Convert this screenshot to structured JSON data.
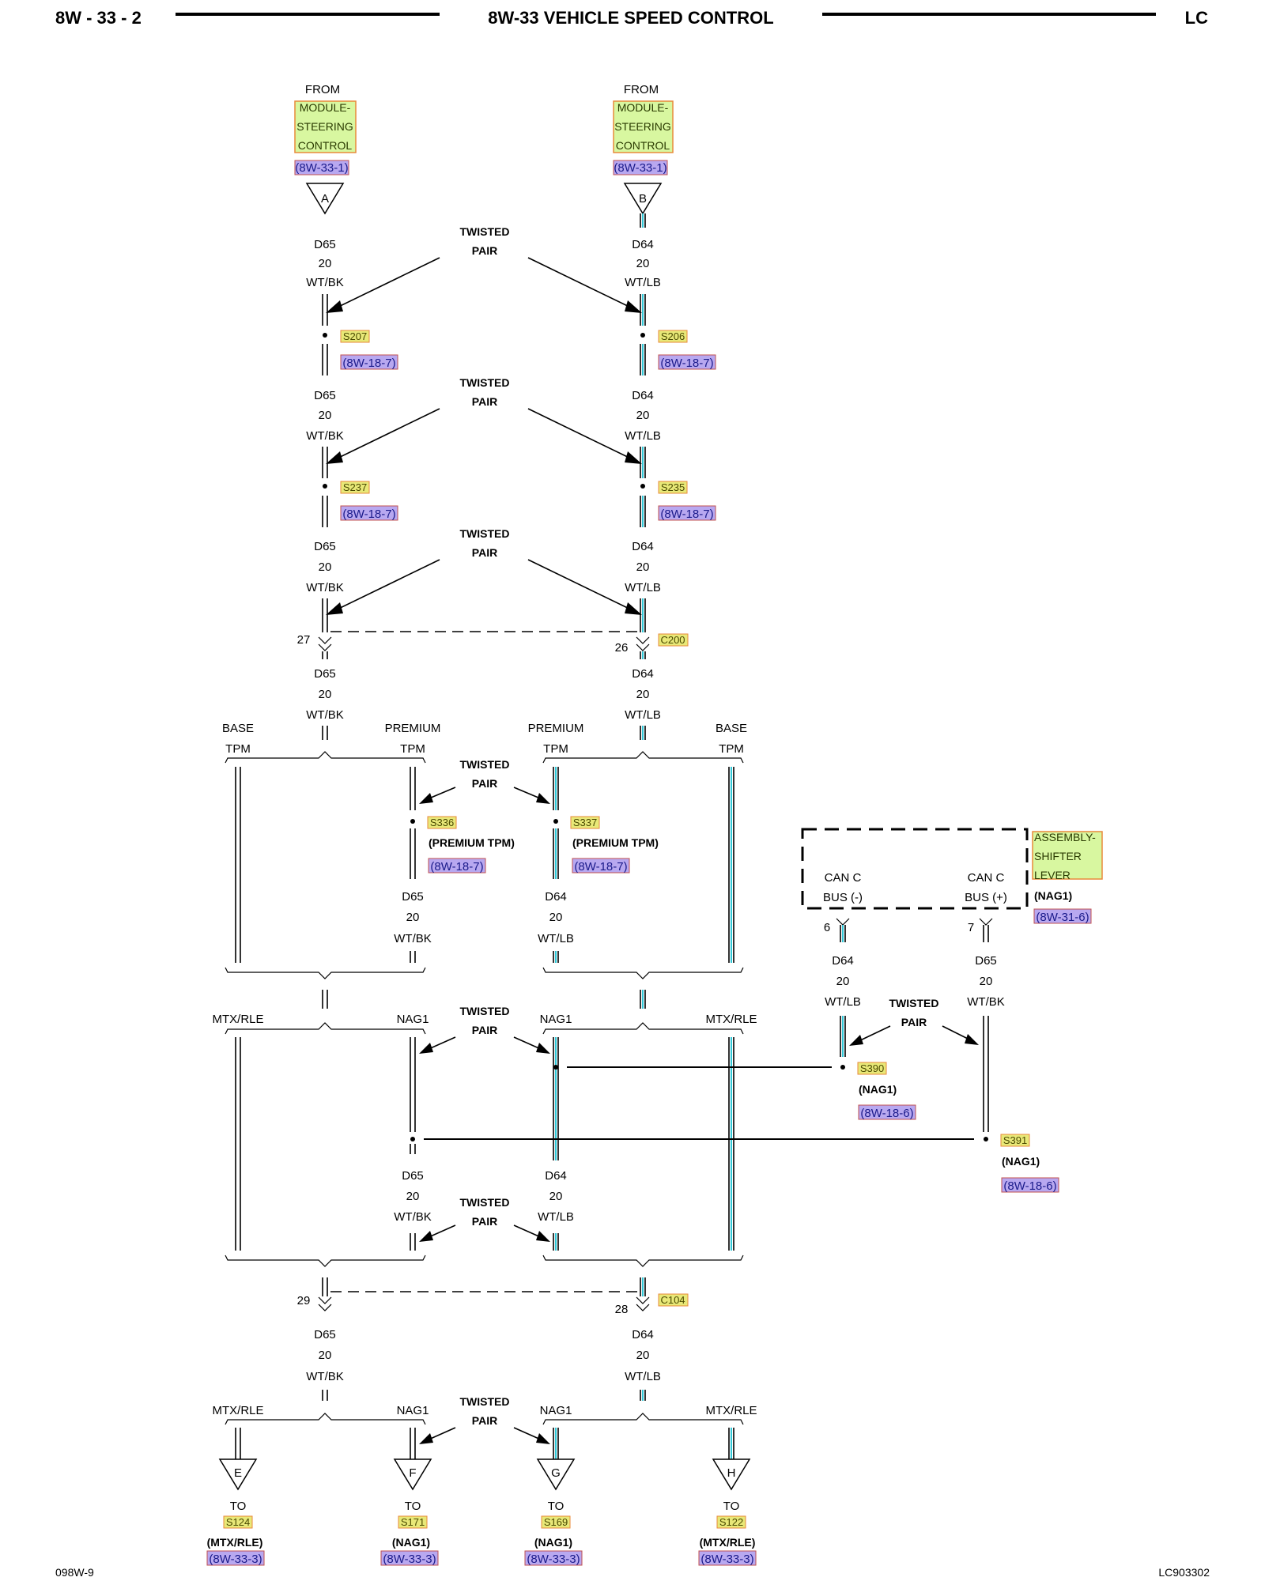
{
  "header": {
    "page_number": "8W - 33 - 2",
    "title": "8W-33 VEHICLE SPEED CONTROL",
    "model": "LC"
  },
  "footer": {
    "left_code": "098W-9",
    "right_code": "LC903302"
  },
  "colors": {
    "module_box_fill": "#d8f7a0",
    "module_box_border": "#e88a3a",
    "splice_fill": "#e8e878",
    "ref_fill": "#b8a8f0",
    "wire_tracer": "#30c8d8"
  },
  "wire_left": {
    "circuit": "D65",
    "gauge": "20",
    "color": "WT/BK"
  },
  "wire_right": {
    "circuit": "D64",
    "gauge": "20",
    "color": "WT/LB"
  },
  "twisted_pair": {
    "line1": "TWISTED",
    "line2": "PAIR"
  },
  "top_sources": [
    {
      "from": "FROM",
      "module": [
        "MODULE-",
        "STEERING",
        "CONTROL"
      ],
      "ref": "(8W-33-1)",
      "connector": "A"
    },
    {
      "from": "FROM",
      "module": [
        "MODULE-",
        "STEERING",
        "CONTROL"
      ],
      "ref": "(8W-33-1)",
      "connector": "B"
    }
  ],
  "splices": {
    "s207": {
      "id": "S207",
      "ref": "(8W-18-7)"
    },
    "s206": {
      "id": "S206",
      "ref": "(8W-18-7)"
    },
    "s237": {
      "id": "S237",
      "ref": "(8W-18-7)"
    },
    "s235": {
      "id": "S235",
      "ref": "(8W-18-7)"
    },
    "s336": {
      "id": "S336",
      "note": "(PREMIUM TPM)",
      "ref": "(8W-18-7)"
    },
    "s337": {
      "id": "S337",
      "note": "(PREMIUM TPM)",
      "ref": "(8W-18-7)"
    },
    "s390": {
      "id": "S390",
      "note": "(NAG1)",
      "ref": "(8W-18-6)"
    },
    "s391": {
      "id": "S391",
      "note": "(NAG1)",
      "ref": "(8W-18-6)"
    }
  },
  "connectors": {
    "c200": {
      "id": "C200",
      "left_pin": "27",
      "right_pin": "26"
    },
    "c104": {
      "id": "C104",
      "left_pin": "29",
      "right_pin": "28"
    }
  },
  "options": {
    "base": "BASE",
    "premium": "PREMIUM",
    "tpm": "TPM",
    "mtx_rle": "MTX/RLE",
    "nag1": "NAG1"
  },
  "shifter": {
    "module": [
      "ASSEMBLY-",
      "SHIFTER",
      "LEVER"
    ],
    "note": "(NAG1)",
    "ref": "(8W-31-6)",
    "pin_left_name": [
      "CAN C",
      "BUS (-)"
    ],
    "pin_right_name": [
      "CAN C",
      "BUS (+)"
    ],
    "pin_left": "6",
    "pin_right": "7"
  },
  "bottom_outputs": [
    {
      "connector": "E",
      "to": "TO",
      "splice": "S124",
      "note": "(MTX/RLE)",
      "ref": "(8W-33-3)"
    },
    {
      "connector": "F",
      "to": "TO",
      "splice": "S171",
      "note": "(NAG1)",
      "ref": "(8W-33-3)"
    },
    {
      "connector": "G",
      "to": "TO",
      "splice": "S169",
      "note": "(NAG1)",
      "ref": "(8W-33-3)"
    },
    {
      "connector": "H",
      "to": "TO",
      "splice": "S122",
      "note": "(MTX/RLE)",
      "ref": "(8W-33-3)"
    }
  ]
}
